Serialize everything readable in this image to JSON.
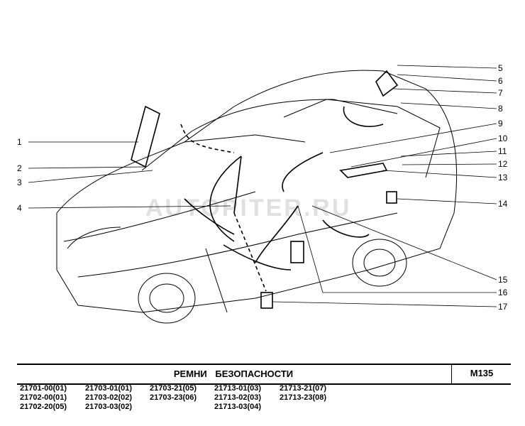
{
  "diagram": {
    "callouts_left": [
      "1",
      "2",
      "3",
      "4"
    ],
    "callouts_right": [
      "5",
      "6",
      "7",
      "8",
      "9",
      "10",
      "11",
      "12",
      "13",
      "14",
      "15",
      "16",
      "17"
    ],
    "watermark": "AUTOPITER.RU"
  },
  "footer": {
    "title": "РЕМНИ БЕЗОПАСНОСТИ",
    "code": "M135",
    "model_columns": [
      [
        "21701-00(01)",
        "21702-00(01)",
        "21702-20(05)"
      ],
      [
        "21703-01(01)",
        "21703-02(02)",
        "21703-03(02)"
      ],
      [
        "21703-21(05)",
        "21703-23(06)"
      ],
      [
        "21713-01(03)",
        "21713-02(03)",
        "21713-03(04)"
      ],
      [
        "21713-21(07)",
        "21713-23(08)"
      ]
    ]
  }
}
